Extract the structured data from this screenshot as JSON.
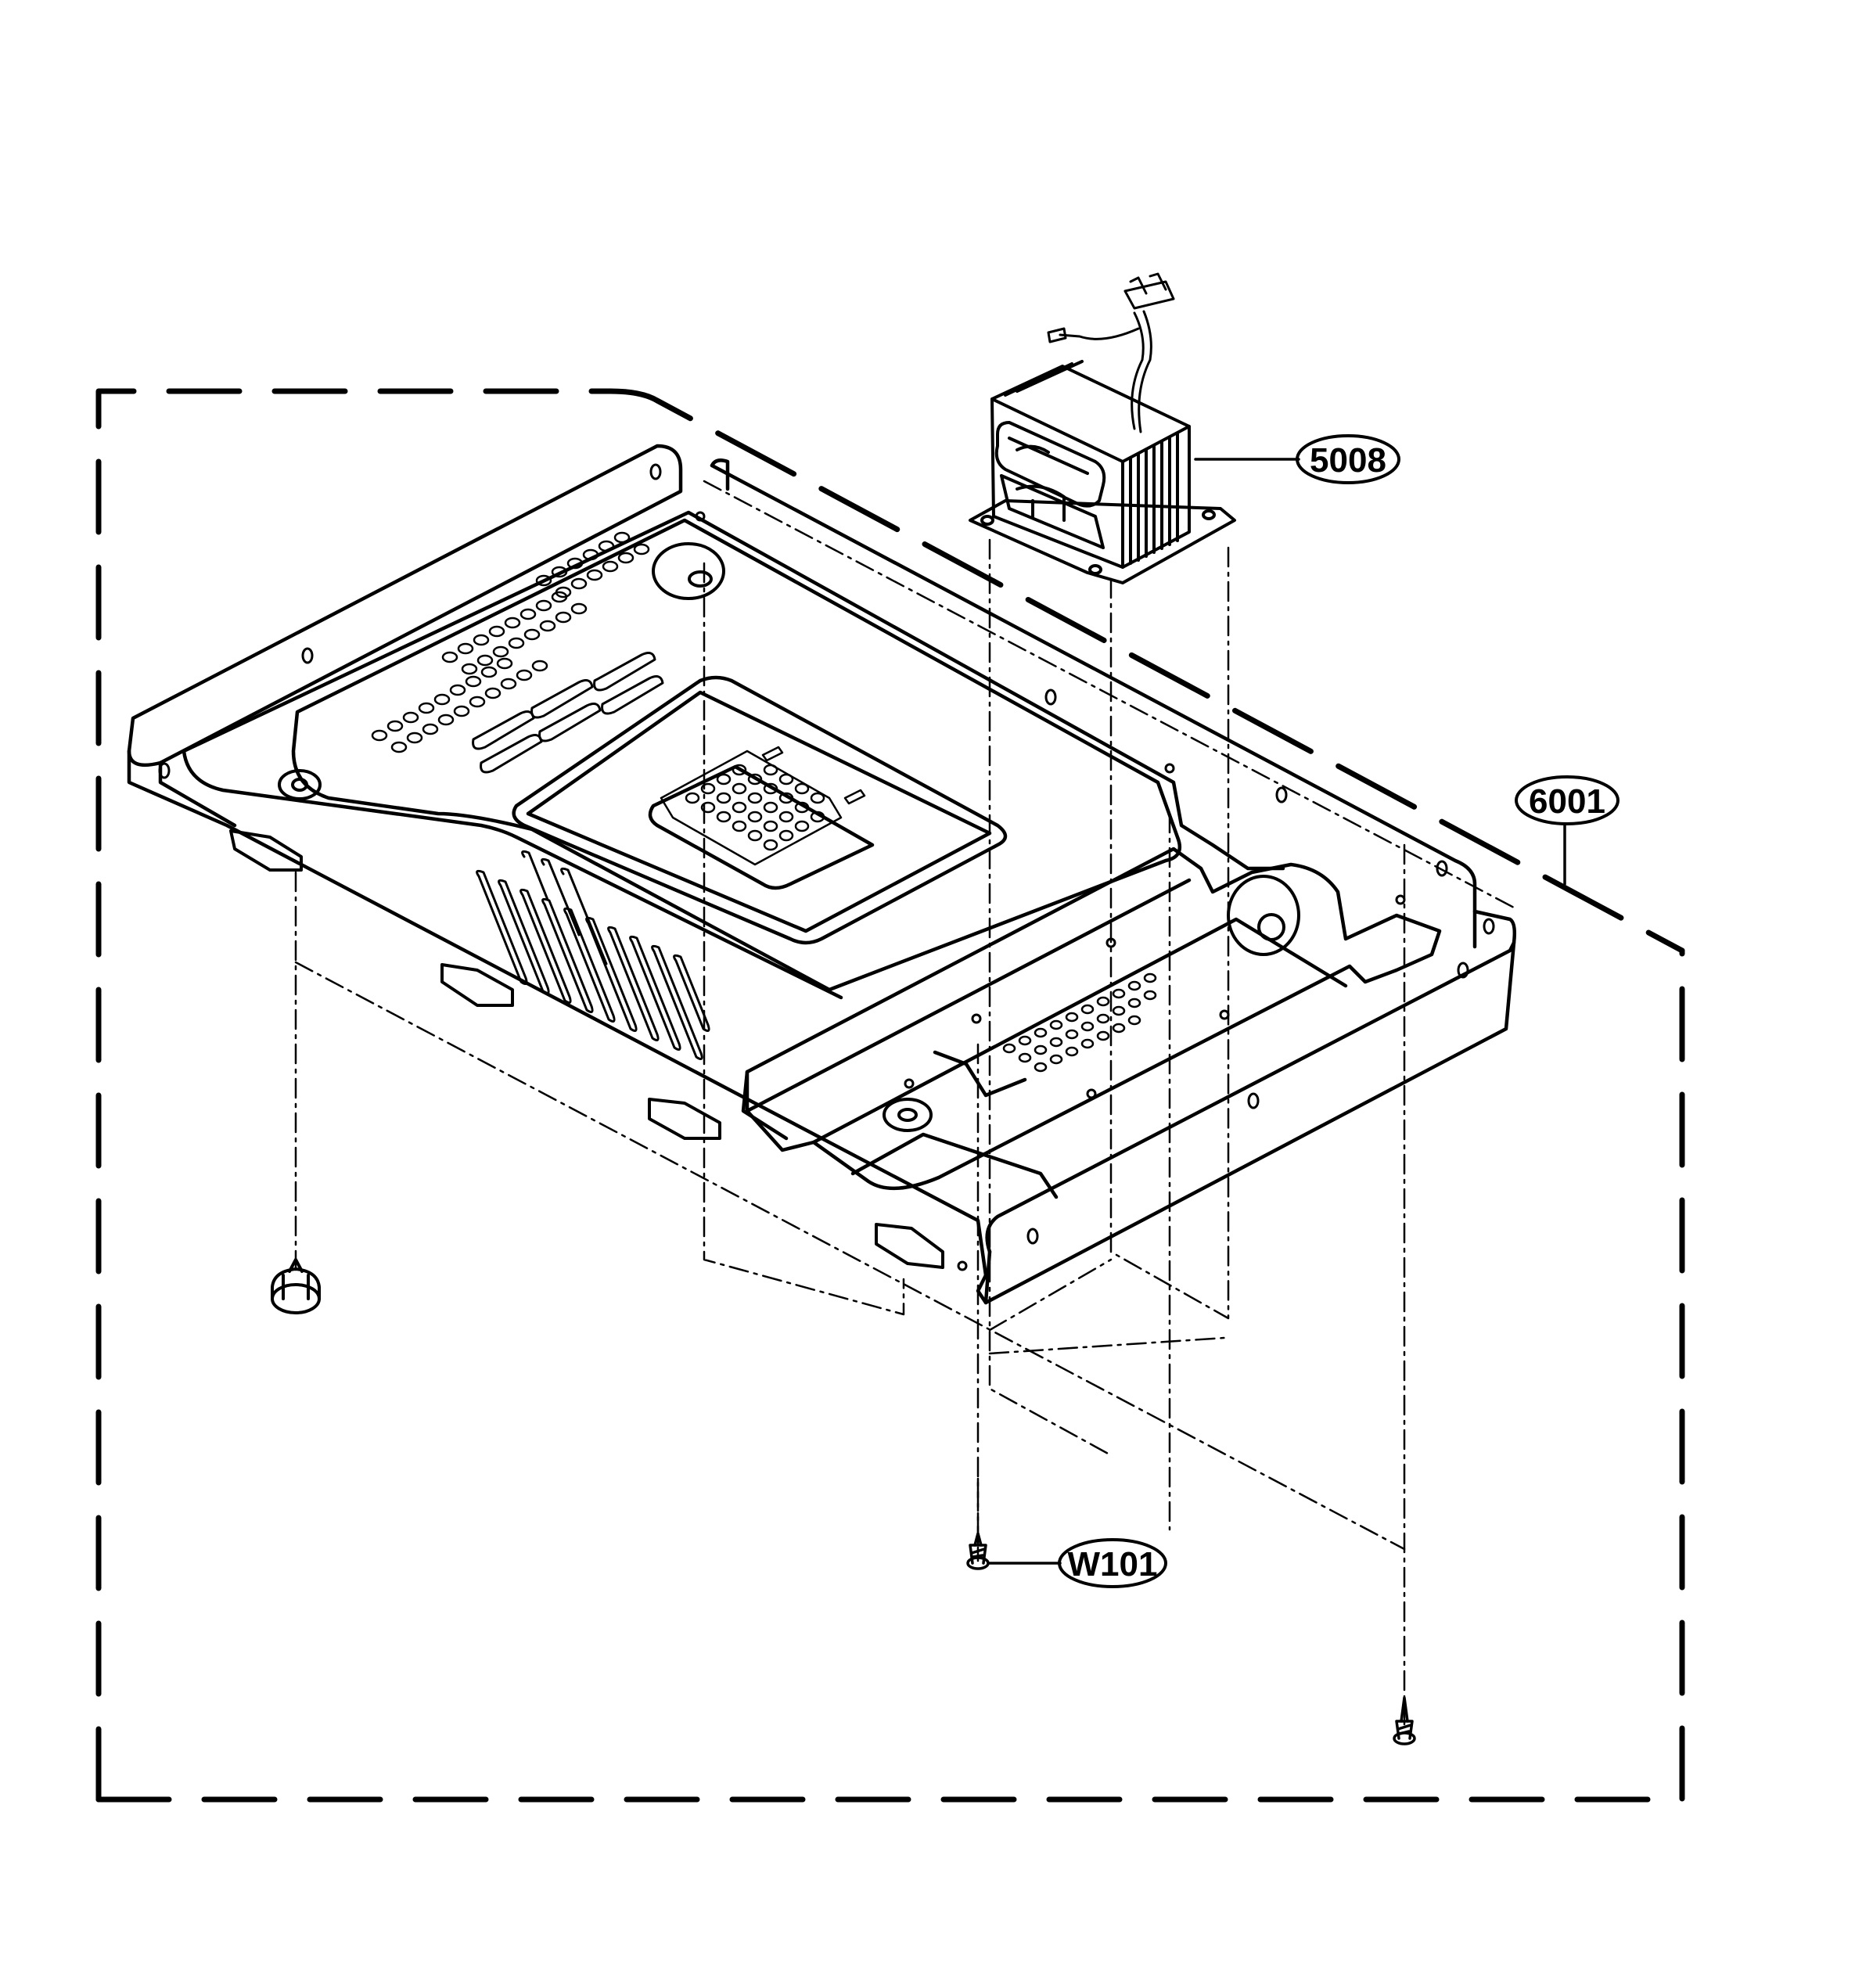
{
  "callouts": {
    "transformer": "5008",
    "base_plate": "6001",
    "screw": "W101"
  },
  "colors": {
    "line": "#000000",
    "background": "#ffffff"
  }
}
